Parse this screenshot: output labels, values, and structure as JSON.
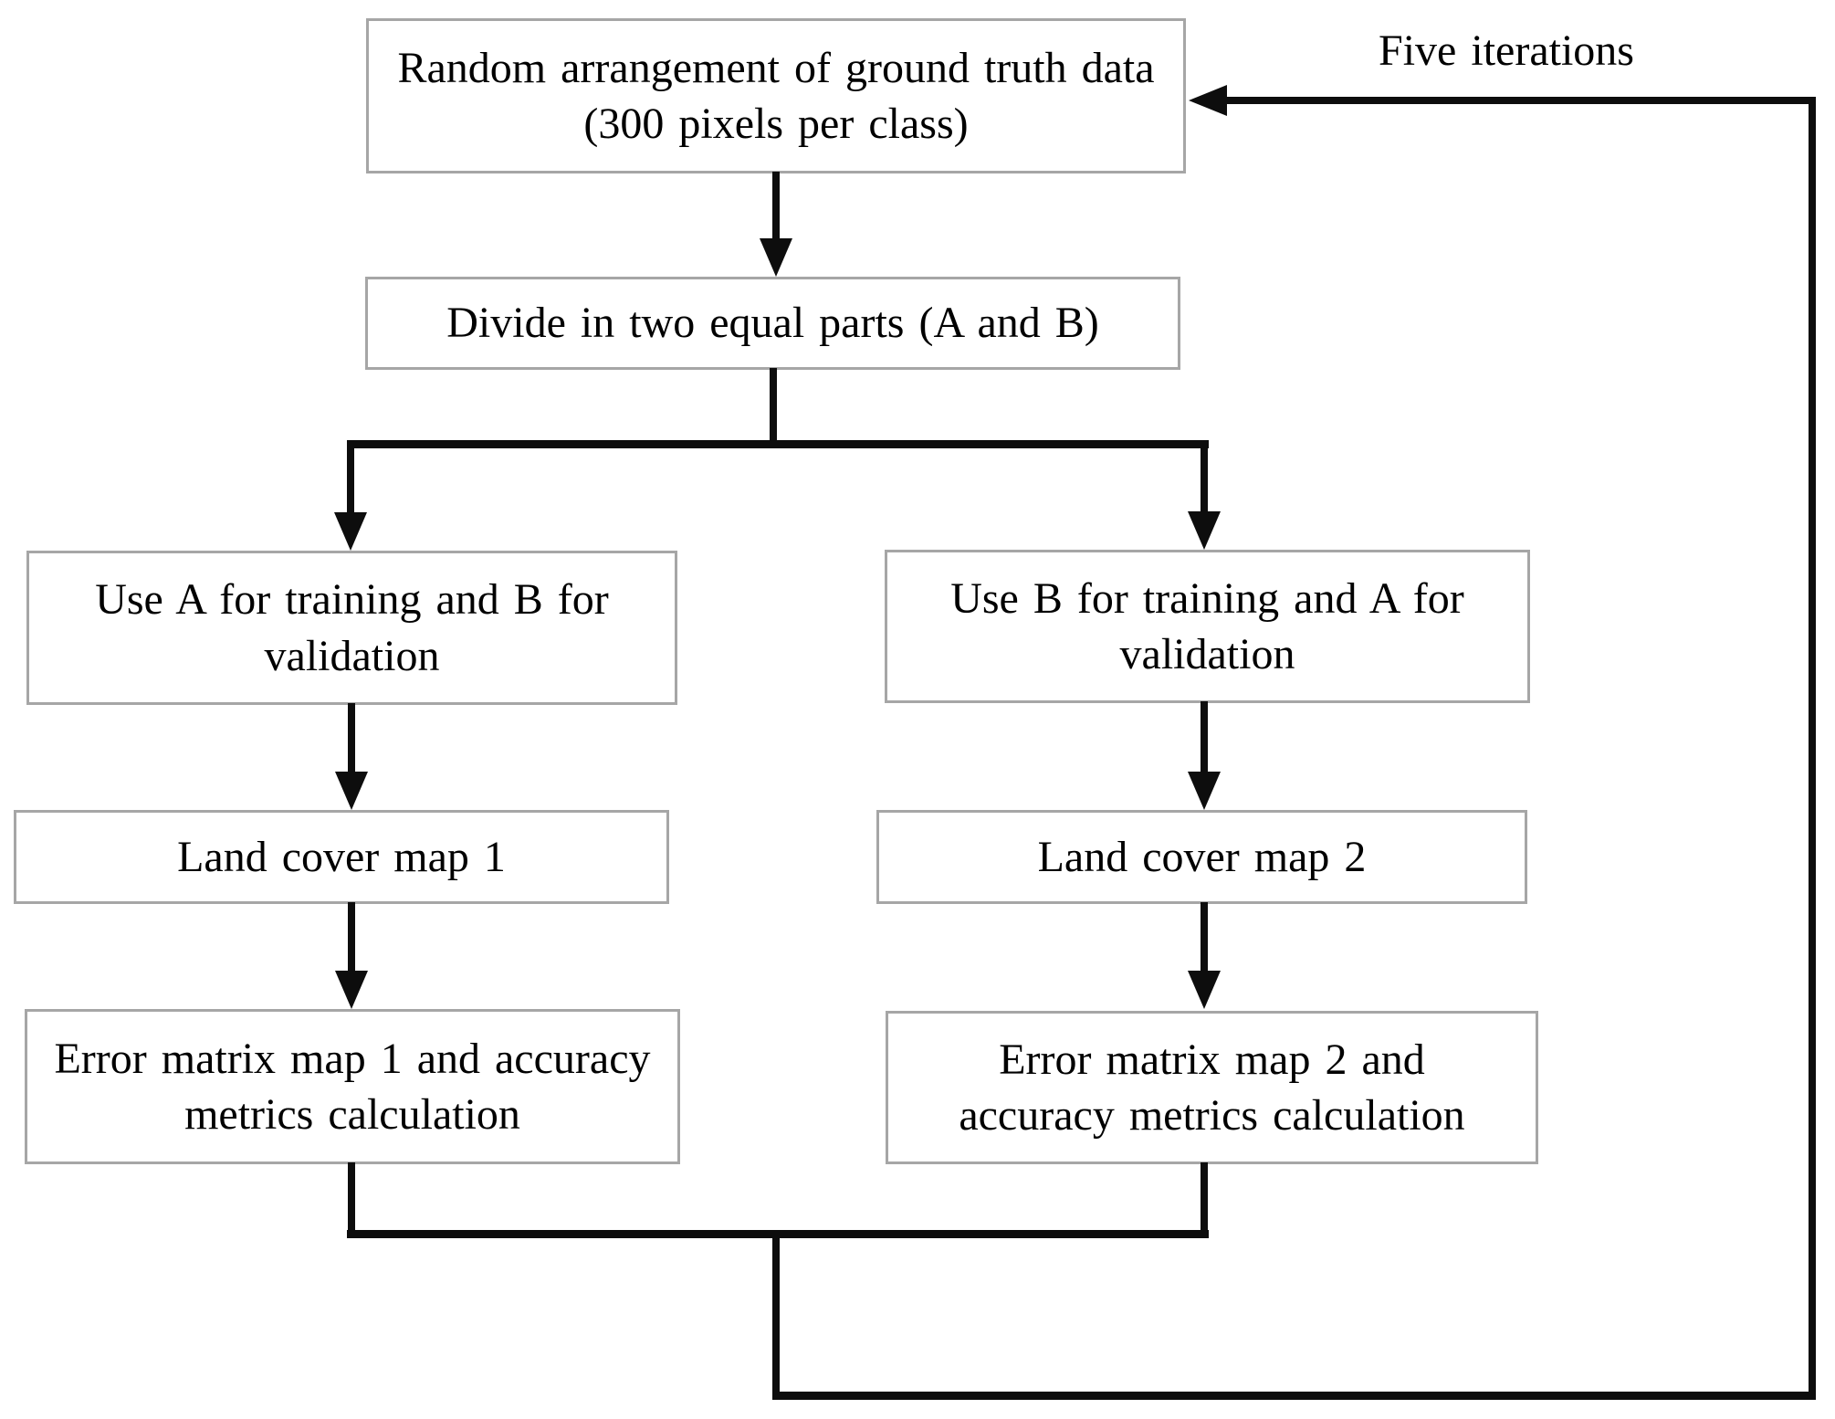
{
  "diagram": {
    "type": "flowchart",
    "description": "Two-fold cross-validation workflow with five iterations"
  },
  "nodes": {
    "random_arrangement": {
      "label": "Random arrangement of ground truth data (300 pixels per class)"
    },
    "divide": {
      "label": "Divide in two equal parts (A and B)"
    },
    "train_a": {
      "label": "Use A for training and B for validation"
    },
    "train_b": {
      "label": "Use B for training and A for validation"
    },
    "map1": {
      "label": "Land cover map 1"
    },
    "map2": {
      "label": "Land cover map 2"
    },
    "error1": {
      "label": "Error matrix map 1 and accuracy metrics calculation"
    },
    "error2": {
      "label": "Error matrix map 2 and accuracy metrics calculation"
    }
  },
  "edges": [
    {
      "from": "random_arrangement",
      "to": "divide",
      "label": ""
    },
    {
      "from": "divide",
      "to": "train_a",
      "label": ""
    },
    {
      "from": "divide",
      "to": "train_b",
      "label": ""
    },
    {
      "from": "train_a",
      "to": "map1",
      "label": ""
    },
    {
      "from": "train_b",
      "to": "map2",
      "label": ""
    },
    {
      "from": "map1",
      "to": "error1",
      "label": ""
    },
    {
      "from": "map2",
      "to": "error2",
      "label": ""
    },
    {
      "from": "error1+error2",
      "to": "random_arrangement",
      "label": "Five iterations",
      "style": "feedback-loop"
    }
  ],
  "colors": {
    "box_border": "#a6a6a6",
    "box_fill": "#ffffff",
    "line": "#0d0d0d",
    "text": "#000000",
    "background": "#ffffff"
  }
}
